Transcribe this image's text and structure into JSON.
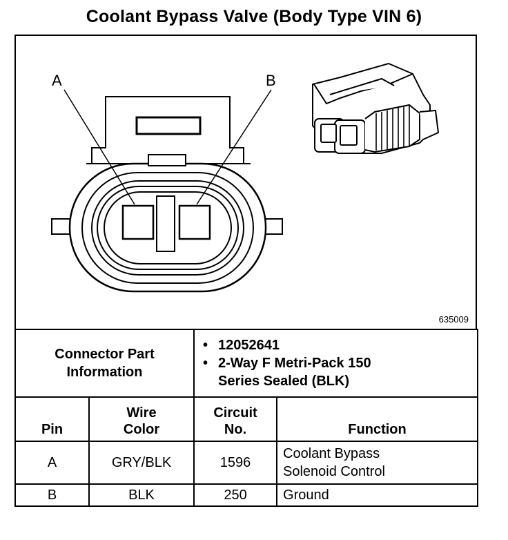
{
  "title": "Coolant Bypass Valve (Body Type VIN 6)",
  "diagram": {
    "figure_code": "635009",
    "callouts": [
      "A",
      "B"
    ]
  },
  "connector_info": {
    "label": "Connector Part Information",
    "values": [
      "12052641",
      "2-Way F Metri-Pack 150 Series Sealed (BLK)"
    ]
  },
  "pin_table": {
    "headers": {
      "pin": "Pin",
      "wire_color": "Wire Color",
      "circuit_no": "Circuit No.",
      "function": "Function"
    },
    "rows": [
      {
        "pin": "A",
        "wire_color": "GRY/BLK",
        "circuit_no": "1596",
        "function": "Coolant Bypass Solenoid Control"
      },
      {
        "pin": "B",
        "wire_color": "BLK",
        "circuit_no": "250",
        "function": "Ground"
      }
    ]
  }
}
